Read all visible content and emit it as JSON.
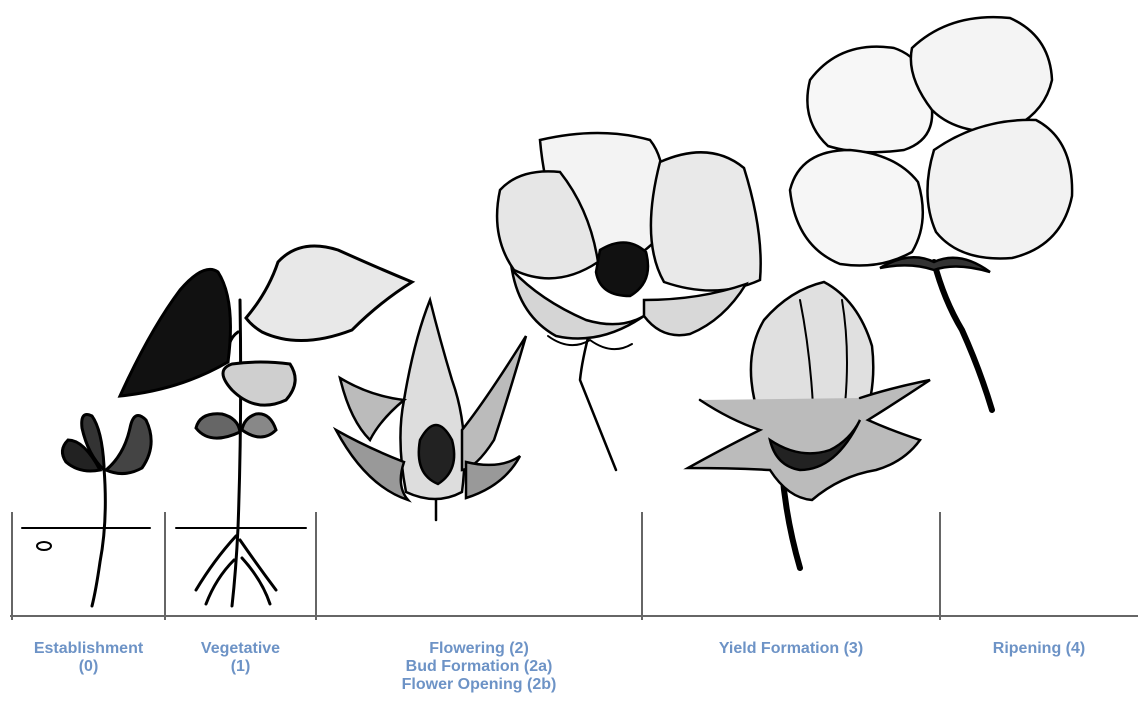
{
  "diagram": {
    "colors": {
      "label": "#6d93c6",
      "ink": "#000000",
      "divider": "#666666"
    },
    "stages": [
      {
        "lines": [
          "Establishment",
          "(0)"
        ]
      },
      {
        "lines": [
          "Vegetative",
          "(1)"
        ]
      },
      {
        "lines": [
          "Flowering (2)",
          "Bud Formation (2a)",
          "Flower Opening (2b)"
        ]
      },
      {
        "lines": [
          "Yield Formation (3)"
        ]
      },
      {
        "lines": [
          "Ripening (4)"
        ]
      }
    ],
    "illustrations": [
      "seedling-icon",
      "young-plant-icon",
      "flower-bud-icon",
      "open-flower-icon",
      "green-boll-icon",
      "open-cotton-boll-icon"
    ]
  }
}
